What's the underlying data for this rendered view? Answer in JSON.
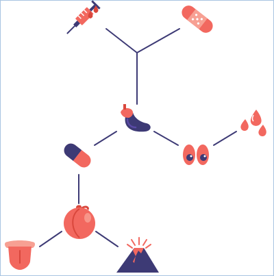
{
  "colors": {
    "background": "#ffffff",
    "border": "#a8c4e2",
    "line": "#3d3a75",
    "coral": "#f2685f",
    "coral_light": "#f7a093",
    "coral_dark": "#d9473c",
    "navy": "#3d3a75",
    "purple": "#5a4aa6",
    "white": "#ffffff"
  },
  "nodes": [
    {
      "id": "syringe",
      "icon": "syringe-icon"
    },
    {
      "id": "bandage",
      "icon": "bandage-icon"
    },
    {
      "id": "eggplant",
      "icon": "eggplant-icon"
    },
    {
      "id": "pill",
      "icon": "pill-capsule-icon"
    },
    {
      "id": "eyes",
      "icon": "eyes-icon"
    },
    {
      "id": "drops",
      "icon": "water-drops-icon"
    },
    {
      "id": "peach",
      "icon": "peach-icon"
    },
    {
      "id": "tongue",
      "icon": "tongue-icon"
    },
    {
      "id": "volcano",
      "icon": "volcano-icon"
    }
  ]
}
